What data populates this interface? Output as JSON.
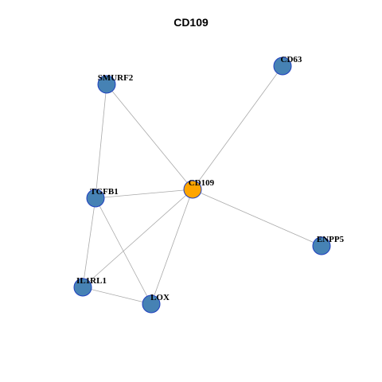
{
  "title": "CD109",
  "graph": {
    "nodes": [
      {
        "id": "CD109",
        "label": "CD109",
        "color": "#FFA500"
      },
      {
        "id": "CD63",
        "label": "CD63",
        "color": "#4682B4"
      },
      {
        "id": "SMURF2",
        "label": "SMURF2",
        "color": "#4682B4"
      },
      {
        "id": "TGFB1",
        "label": "TGFB1",
        "color": "#4682B4"
      },
      {
        "id": "ENPP5",
        "label": "ENPP5",
        "color": "#4682B4"
      },
      {
        "id": "IL1RL1",
        "label": "IL1RL1",
        "color": "#4682B4"
      },
      {
        "id": "LOX",
        "label": "LOX",
        "color": "#4682B4"
      }
    ],
    "edges": [
      [
        "CD109",
        "CD63"
      ],
      [
        "CD109",
        "SMURF2"
      ],
      [
        "CD109",
        "TGFB1"
      ],
      [
        "CD109",
        "ENPP5"
      ],
      [
        "CD109",
        "IL1RL1"
      ],
      [
        "CD109",
        "LOX"
      ],
      [
        "SMURF2",
        "TGFB1"
      ],
      [
        "TGFB1",
        "IL1RL1"
      ],
      [
        "TGFB1",
        "LOX"
      ],
      [
        "IL1RL1",
        "LOX"
      ]
    ]
  }
}
